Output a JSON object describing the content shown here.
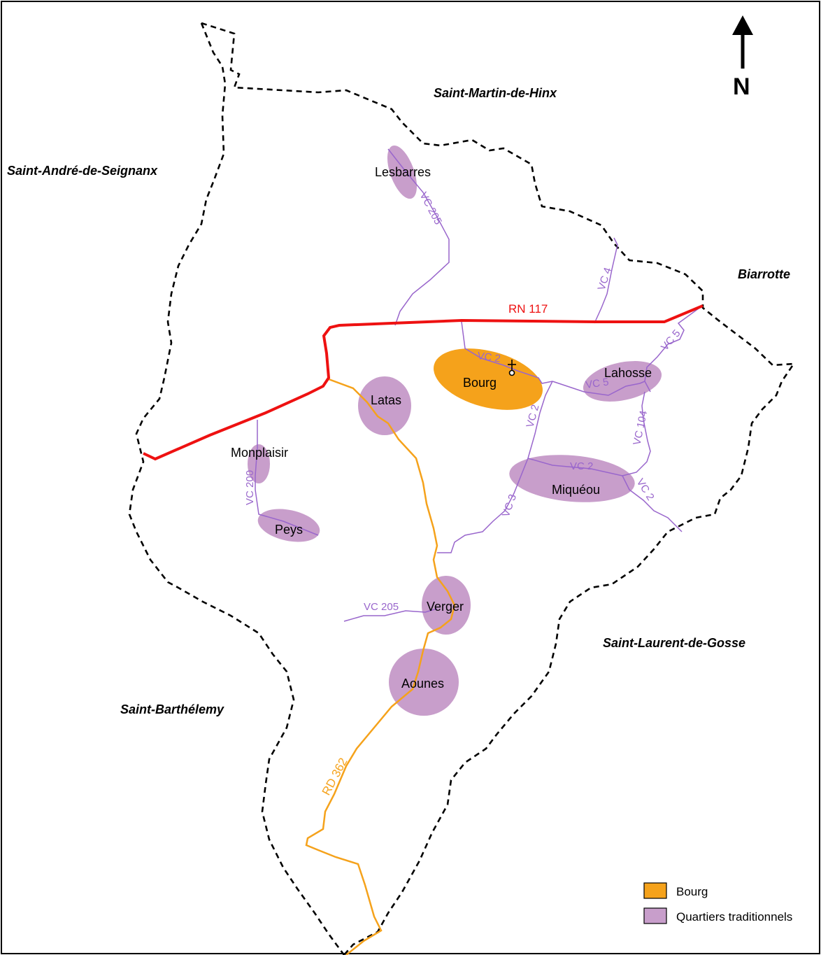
{
  "communes": {
    "north": "Saint-Martin-de-Hinx",
    "west": "Saint-André-de-Seignanx",
    "east": "Biarrotte",
    "southeast": "Saint-Laurent-de-Gosse",
    "southwest": "Saint-Barthélemy"
  },
  "places": {
    "lesbarres": "Lesbarres",
    "bourg": "Bourg",
    "lahosse": "Lahosse",
    "latas": "Latas",
    "monplaisir": "Monplaisir",
    "peys": "Peys",
    "miqueou": "Miquéou",
    "verger": "Verger",
    "aounes": "Aounes"
  },
  "roads": {
    "rn117": "RN 117",
    "rd362": "RD 362",
    "vc205_north": "VC 205",
    "vc4": "VC 4",
    "vc2_bourg": "VC 2",
    "vc5_east": "VC 5",
    "vc5_lahosse": "VC 5",
    "vc2_center": "VC 2",
    "vc104": "VC 104",
    "vc3": "VC 3",
    "vc2_miqueou": "VC 2",
    "vc2_se": "VC 2",
    "vc200": "VC 200",
    "vc205_south": "VC 205"
  },
  "north_arrow": "N",
  "legend": [
    {
      "label": "Bourg",
      "color": "#f5a21b"
    },
    {
      "label": "Quartiers traditionnels",
      "color": "#c89ecb"
    }
  ],
  "colors": {
    "bourg_area": "#f5a21b",
    "quartier_area": "#c89ecb",
    "rn_road": "#ee1111",
    "rd_road": "#f5a21b",
    "vc_road": "#9966cc",
    "boundary": "#000000"
  }
}
